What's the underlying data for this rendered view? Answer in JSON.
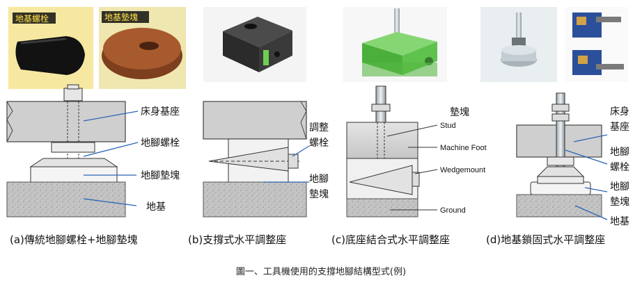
{
  "photo_labels": {
    "anchor_bolt": "地基螺栓",
    "foundation_block": "地基墊塊"
  },
  "panel_a": {
    "bed_base": "床身基座",
    "anchor_bolt": "地腳螺栓",
    "anchor_block": "地腳墊塊",
    "ground": "地基",
    "caption": "(a)傳統地腳螺栓+地腳墊塊"
  },
  "panel_b": {
    "adjust_bolt_1": "調整",
    "adjust_bolt_2": "螺栓",
    "anchor_block_1": "地腳",
    "anchor_block_2": "墊塊",
    "caption": "(b)支撐式水平調整座"
  },
  "panel_c": {
    "block": "墊塊",
    "stud": "Stud",
    "machine_foot": "Machine Foot",
    "wedgemount": "Wedgemount",
    "ground": "Ground",
    "caption": "(c)底座結合式水平調整座"
  },
  "panel_d": {
    "bed_1": "床身",
    "bed_2": "基座",
    "bolt_1": "地腳",
    "bolt_2": "螺栓",
    "block_1": "地腳",
    "block_2": "墊塊",
    "ground": "地基",
    "caption": "(d)地基鎖固式水平調整座"
  },
  "figure_caption": "圖一、工具機使用的支撐地腳結構型式(例)",
  "colors": {
    "base_gray": "#cfcfcf",
    "ground_gray": "#b5b5b5",
    "wedge_green": "#5fbf4f",
    "blue_block": "#2c4f9a"
  }
}
